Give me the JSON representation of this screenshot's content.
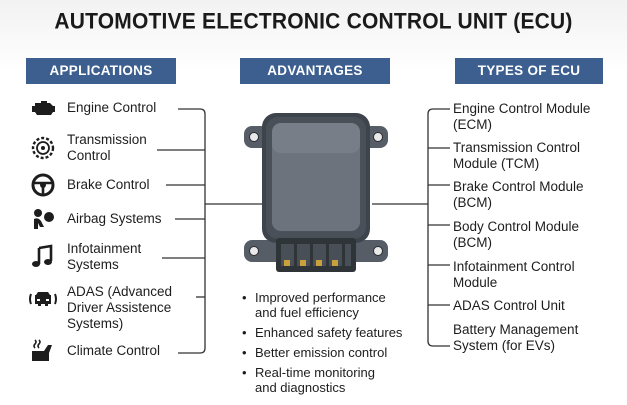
{
  "title": "AUTOMOTIVE ELECTRONIC CONTROL UNIT (ECU)",
  "headers": {
    "applications": "APPLICATIONS",
    "advantages": "ADVANTAGES",
    "types": "TYPES OF ECU"
  },
  "applications": [
    {
      "label": "Engine Control",
      "icon": "engine-icon"
    },
    {
      "label": "Transmission Control",
      "line1": "Transmission",
      "line2": "Control",
      "icon": "gear-icon"
    },
    {
      "label": "Brake Control",
      "icon": "steering-wheel-icon"
    },
    {
      "label": "Airbag Systems",
      "icon": "airbag-icon"
    },
    {
      "label": "Infotainment Systems",
      "line1": "Infotainment",
      "line2": "Systems",
      "icon": "music-note-icon"
    },
    {
      "label": "ADAS (Advanced Driver Assistence Systems)",
      "line1": "ADAS (Advanced",
      "line2": "Driver Assistence",
      "line3": "Systems)",
      "icon": "car-sensor-icon"
    },
    {
      "label": "Climate Control",
      "icon": "seat-climate-icon"
    }
  ],
  "types": [
    {
      "line1": "Engine Control Module",
      "line2": "(ECM)"
    },
    {
      "line1": "Transmission Control",
      "line2": "Module (TCM)"
    },
    {
      "line1": "Brake Control Module",
      "line2": "(BCM)"
    },
    {
      "line1": "Body Control Module",
      "line2": "(BCM)"
    },
    {
      "line1": "Infotainment Control",
      "line2": "Module"
    },
    {
      "line1": "ADAS Control Unit"
    },
    {
      "line1": "Battery Management",
      "line2": "System (for EVs)"
    }
  ],
  "advantages": [
    {
      "line1": "Improved performance",
      "line2": "and fuel efficiency"
    },
    {
      "line1": "Enhanced safety features"
    },
    {
      "line1": "Better emission control"
    },
    {
      "line1": "Real-time monitoring",
      "line2": "and diagnostics"
    }
  ],
  "colors": {
    "header_bg": "#3d5f8f",
    "header_text": "#ffffff",
    "ecu_body": "#3e444b"
  }
}
